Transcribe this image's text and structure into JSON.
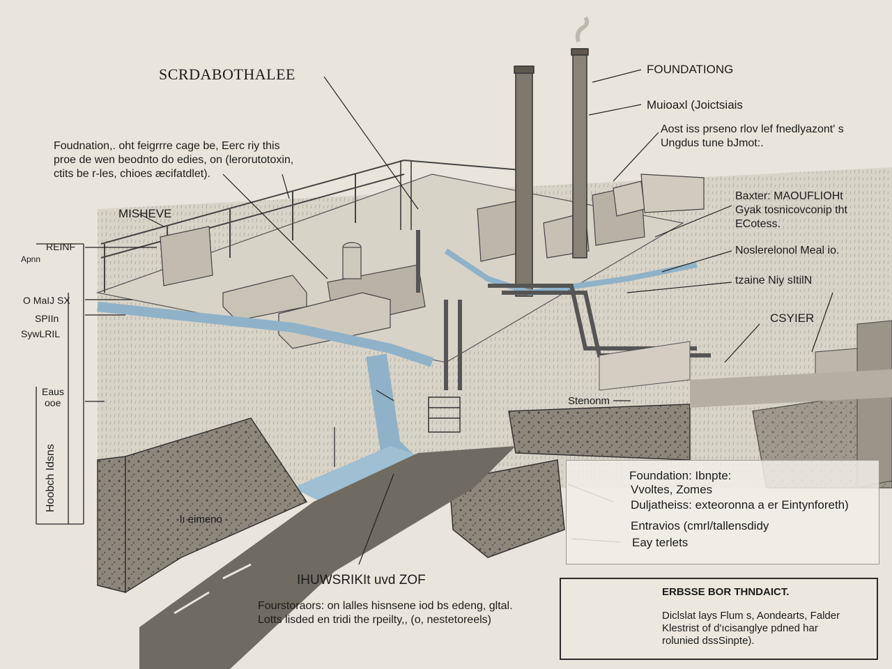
{
  "title": "SCRDABOTHALEE",
  "labels": {
    "top_right_1": "FOUNDATIONG",
    "top_right_2": "Muioaxl (Joictsiais",
    "midleft_machine": "MISHEVE",
    "stonom": "Stenonm",
    "center_bottom": "IHUWSRIKIt uvd ZOF",
    "csyier": "CSYIER",
    "lower_left_block": "lı eimeno"
  },
  "paragraphs": {
    "top_left": [
      "Foudnation,. oht feigrrre cage be, Eerc riy this",
      "proe de wen beodnto do edies, on (lerorutotoxin,",
      "ctits be r-les, chioes æcifatdlet)."
    ],
    "top_right": [
      "Aost iss prseno rlov lef fnedlyazont' s",
      "Ungdus tune bJmot:."
    ],
    "right_1": [
      "Baxter: MAOUFLIOHt",
      "Gyak tosnicovconip tht",
      "ECotess."
    ],
    "right_2": [
      "Noslerelonol Meal io."
    ],
    "right_3": [
      "tzaine Niy sItilN"
    ],
    "bottom_center": [
      "Fourstoraors: on lalles hisnsene iod bs edeng, gltal.",
      "Lotts lisded en tridi the rpeilty,, (o, nestetoreels)"
    ]
  },
  "side_labels": {
    "refnf": "REINF",
    "apnn": "Apnn",
    "omatsx": "O MaIJ SX",
    "spiln": "SPIIn",
    "sywl": "SywLRIL",
    "eaus": "Eaus",
    "ooe": "ooe",
    "vertical": "Hoobch Idsns"
  },
  "legend": {
    "heading": "Foundation: Ibnpte:",
    "row1": "Vvoltes, Zomes",
    "row2": "Duljatheiss: exteoronna a er Eintynforeth)",
    "row3": "Entravios (cmrl/tallensdidy",
    "row4": "Eay terlets"
  },
  "inset": {
    "title": "ERBSSE BOR THNDAICT.",
    "lines": [
      "Diclslat lays Flum s, Aondearts, Falder",
      "Klestrist of d'ıcisanglye pdned har",
      "rolunied dssSinpte)."
    ]
  },
  "colors": {
    "paper": "#e9e5dc",
    "water": "#8fb2c8",
    "ink": "#1b1b1b",
    "earth": "#8a8478"
  }
}
